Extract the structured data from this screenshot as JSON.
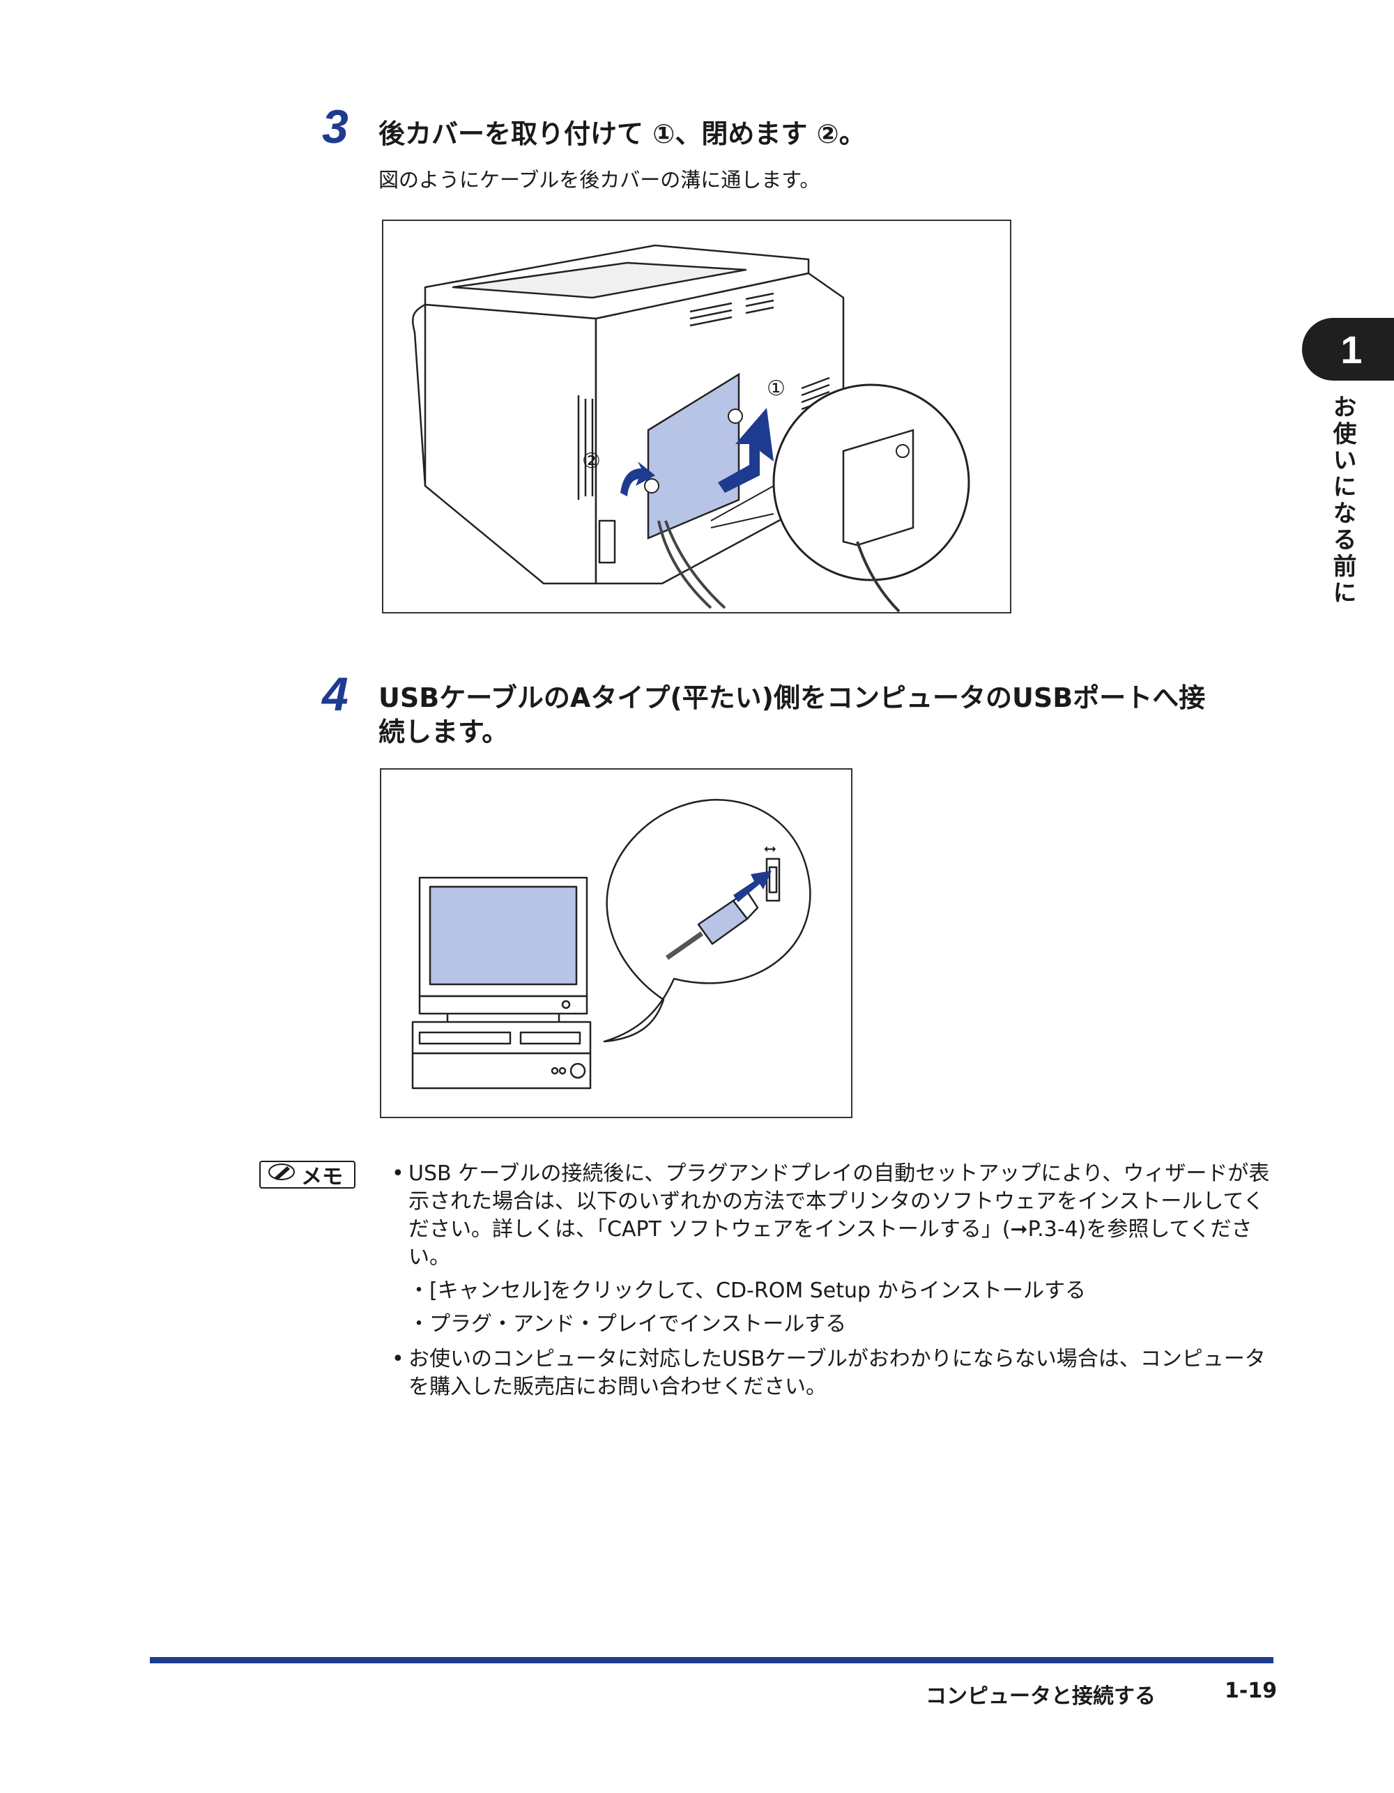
{
  "step3": {
    "number": "3",
    "title": "後カバーを取り付けて ①、閉めます ②。",
    "subtitle": "図のようにケーブルを後カバーの溝に通します。",
    "callout_1": "①",
    "callout_2": "②"
  },
  "step4": {
    "number": "4",
    "title_line1": "USBケーブルのAタイプ(平たい)側をコンピュータのUSBポートへ接",
    "title_line2": "続します。"
  },
  "chapter": {
    "number": "1",
    "title": "お使いになる前に"
  },
  "memo": {
    "label": "メモ",
    "icon": "pencil-icon",
    "bullet1": "USB ケーブルの接続後に、プラグアンドプレイの自動セットアップにより、ウィザードが表示された場合は、以下のいずれかの方法で本プリンタのソフトウェアをインストールしてください。詳しくは、「CAPT ソフトウェアをインストールする」(➞P.3-4)を参照してください。",
    "sub1": "・[キャンセル]をクリックして、CD-ROM Setup からインストールする",
    "sub2": "・プラグ・アンド・プレイでインストールする",
    "bullet2": "お使いのコンピュータに対応したUSBケーブルがおわかりにならない場合は、コンピュータを購入した販売店にお問い合わせください。",
    "bullet_mark": "•"
  },
  "footer": {
    "section": "コンピュータと接続する",
    "page": "1-19"
  },
  "colors": {
    "accent": "#1f3b8f",
    "illustration_fill": "#b8c4e6",
    "arrow": "#1f3b8f"
  }
}
